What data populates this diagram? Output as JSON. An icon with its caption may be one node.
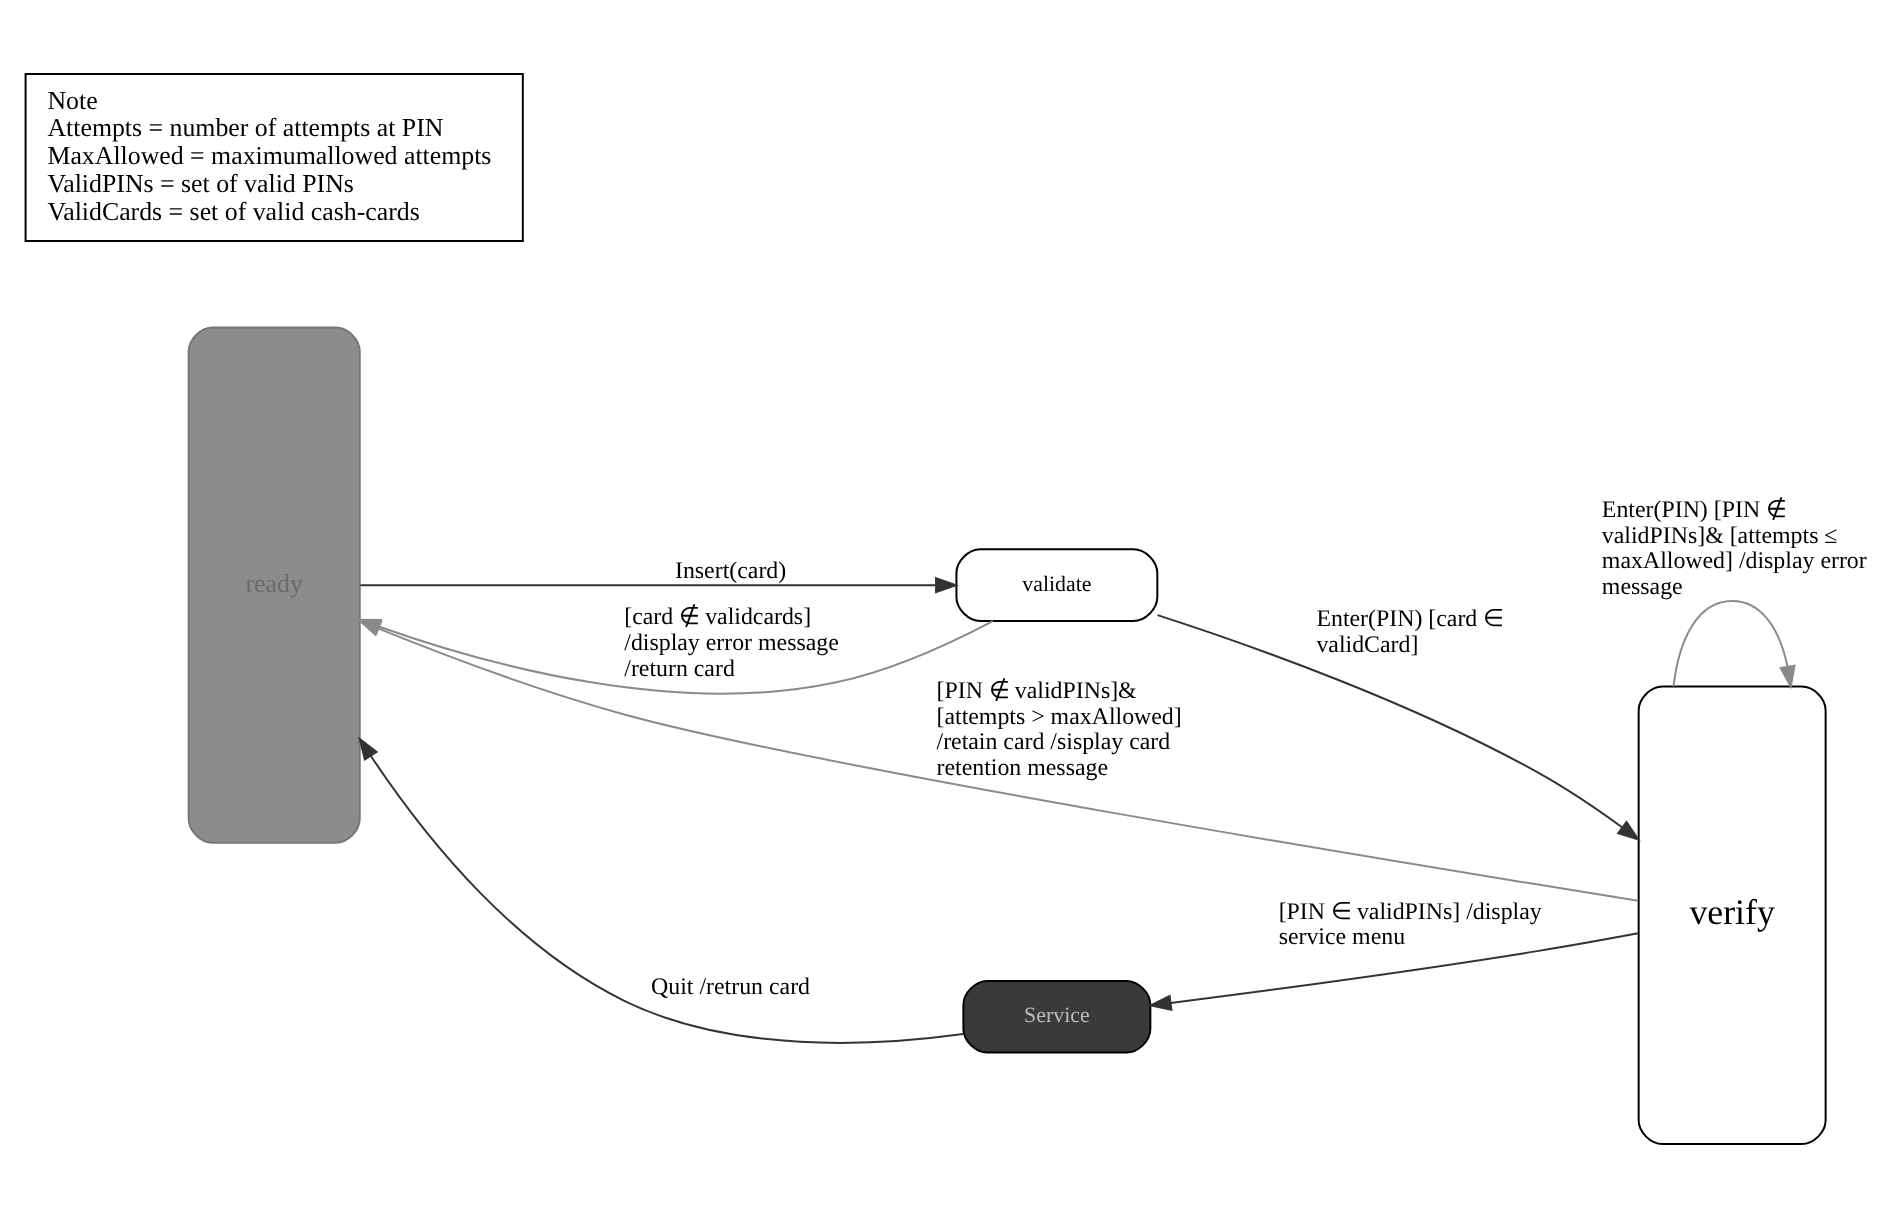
{
  "diagram": {
    "nodes": [
      {
        "text": [
          "ready"
        ]
      },
      {
        "text": [
          "validate"
        ]
      },
      {
        "text": [
          "verify"
        ]
      },
      {
        "text": [
          "Service"
        ]
      },
      {
        "text": [
          "Note",
          "Attempts = number of attempts at PIN",
          "MaxAllowed = maximumallowed attempts",
          "ValidPINs = set of valid PINs",
          "ValidCards = set of valid cash-cards"
        ]
      }
    ],
    "edges": [
      {
        "from": 0,
        "to": 1,
        "arrow": "to",
        "label": "Insert(card)"
      },
      {
        "from": 1,
        "to": 0,
        "arrow": "to",
        "label": "[card ∉ validcards] /display error message /return card",
        "color": "#8a8a8a"
      },
      {
        "from": 1,
        "to": 2,
        "arrow": "to",
        "label": "Enter(PIN) [card ∈ validCard]"
      },
      {
        "from": 2,
        "to": 0,
        "arrow": "to",
        "label": "[PIN ∉ validPINs]& [attempts > maxAllowed] /retain card /sisplay card retention message",
        "color": "#8a8a8a"
      },
      {
        "from": 2,
        "to": 3,
        "arrow": "to",
        "label": "[PIN ∈ validPINs] /display service menu"
      },
      {
        "from": 3,
        "to": 0,
        "arrow": "to",
        "label": "Quit /retrun card"
      },
      {
        "from": 2,
        "to": 2,
        "arrow": "to",
        "label": "Enter(PIN) [PIN ∉ validPINs]& [attempts ≤ maxAllowed] /display error message",
        "color": "#8a8a8a"
      }
    ]
  }
}
